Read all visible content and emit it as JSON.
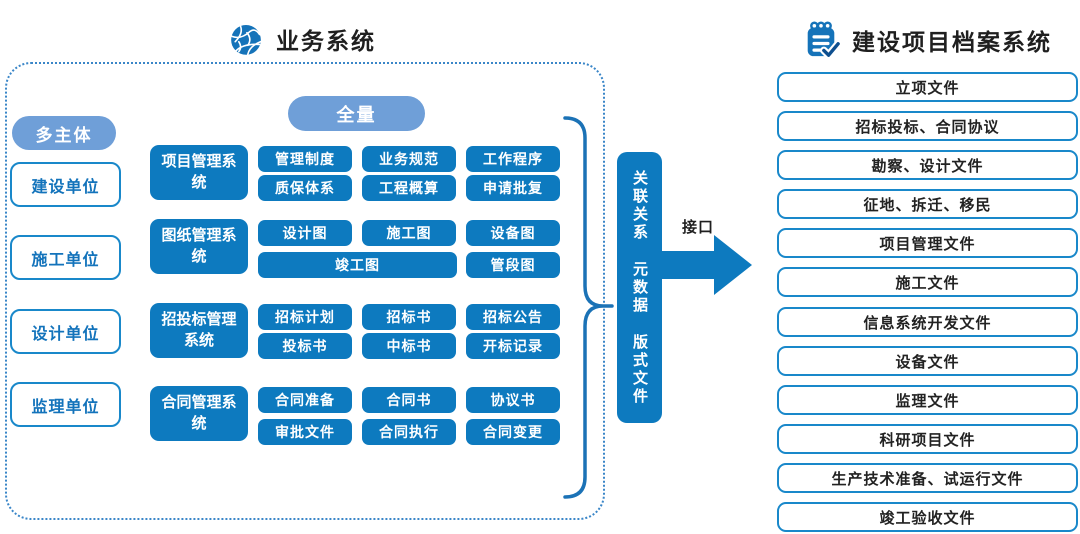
{
  "left_panel": {
    "title": "业务系统",
    "full_pill": "全量",
    "multi_subject_pill": "多主体",
    "units": [
      "建设单位",
      "施工单位",
      "设计单位",
      "监理单位"
    ],
    "groups": [
      {
        "header": "项目管理系统",
        "rows": [
          [
            "管理制度",
            "业务规范",
            "工作程序"
          ],
          [
            "质保体系",
            "工程概算",
            "申请批复"
          ]
        ]
      },
      {
        "header": "图纸管理系统",
        "rows": [
          [
            "设计图",
            "施工图",
            "设备图"
          ],
          [
            "竣工图",
            "管段图"
          ]
        ]
      },
      {
        "header": "招投标管理系统",
        "rows": [
          [
            "招标计划",
            "招标书",
            "招标公告"
          ],
          [
            "投标书",
            "中标书",
            "开标记录"
          ]
        ]
      },
      {
        "header": "合同管理系统",
        "rows": [
          [
            "合同准备",
            "合同书",
            "协议书"
          ],
          [
            "审批文件",
            "合同执行",
            "合同变更"
          ]
        ]
      }
    ]
  },
  "connector": {
    "bar_lines": [
      "关联关系",
      "元数据",
      "版式文件"
    ],
    "arrow_label": "接口"
  },
  "right_panel": {
    "title": "建设项目档案系统",
    "items": [
      "立项文件",
      "招标投标、合同协议",
      "勘察、设计文件",
      "征地、拆迁、移民",
      "项目管理文件",
      "施工文件",
      "信息系统开发文件",
      "设备文件",
      "监理文件",
      "科研项目文件",
      "生产技术准备、试运行文件",
      "竣工验收文件"
    ]
  },
  "colors": {
    "primary_blue": "#0d7abf",
    "light_blue": "#6f9fd8",
    "outline_blue": "#1988ca",
    "text_blue": "#1373bb",
    "dark_text": "#1f1f1f"
  }
}
